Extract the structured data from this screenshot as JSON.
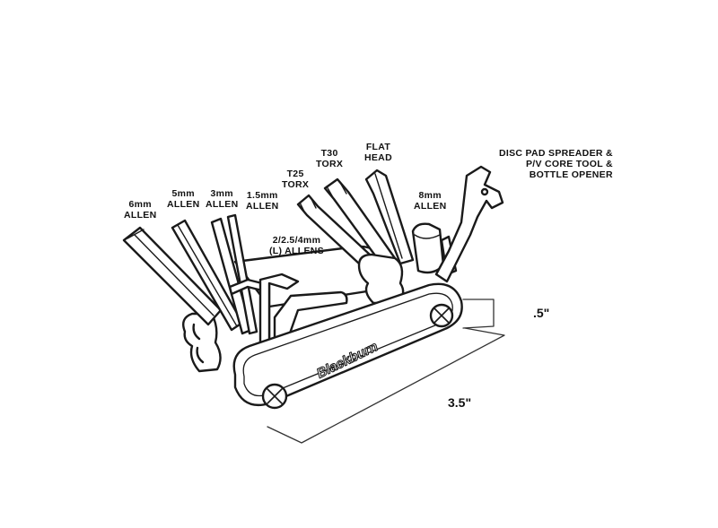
{
  "diagram": {
    "brand": "Blackburn",
    "labels": {
      "allen_6mm": [
        "6mm",
        "ALLEN"
      ],
      "allen_5mm": [
        "5mm",
        "ALLEN"
      ],
      "allen_3mm": [
        "3mm",
        "ALLEN"
      ],
      "allen_1_5mm": [
        "1.5mm",
        "ALLEN"
      ],
      "torx_t25": [
        "T25",
        "TORX"
      ],
      "torx_t30": [
        "T30",
        "TORX"
      ],
      "flat_head": [
        "FLAT",
        "HEAD"
      ],
      "allen_8mm": [
        "8mm",
        "ALLEN"
      ],
      "l_allens": [
        "2/2.5/4mm",
        "(L) ALLENS"
      ],
      "disc_pad": [
        "DISC PAD SPREADER &",
        "P/V CORE TOOL &",
        "BOTTLE OPENER"
      ]
    },
    "dimensions": {
      "thickness": ".5\"",
      "length": "3.5\""
    },
    "colors": {
      "stroke": "#1a1a1a",
      "background": "#ffffff"
    }
  }
}
